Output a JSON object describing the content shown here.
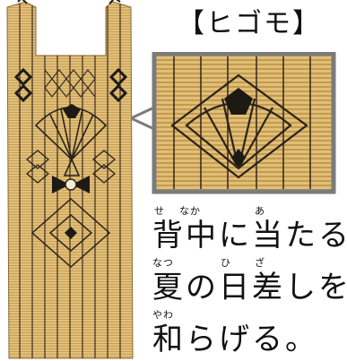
{
  "title": "【ヒゴモ】",
  "caption": {
    "lines": [
      {
        "text": "背中に当たる",
        "ruby": [
          {
            "reading": "せ"
          },
          {
            "reading": "なか"
          },
          {
            "reading": "あ"
          }
        ]
      },
      {
        "text": "夏の日差しを",
        "ruby": [
          {
            "reading": "なつ"
          },
          {
            "reading": "ひ"
          },
          {
            "reading": "ざ"
          }
        ]
      },
      {
        "text": "和らげる。",
        "ruby": [
          {
            "reading": "やわ"
          }
        ]
      }
    ]
  },
  "colors": {
    "straw_light": "#e1c07a",
    "straw_dark": "#c99f55",
    "stitch": "#2a231b",
    "zoom_border": "#7b7b7b"
  }
}
